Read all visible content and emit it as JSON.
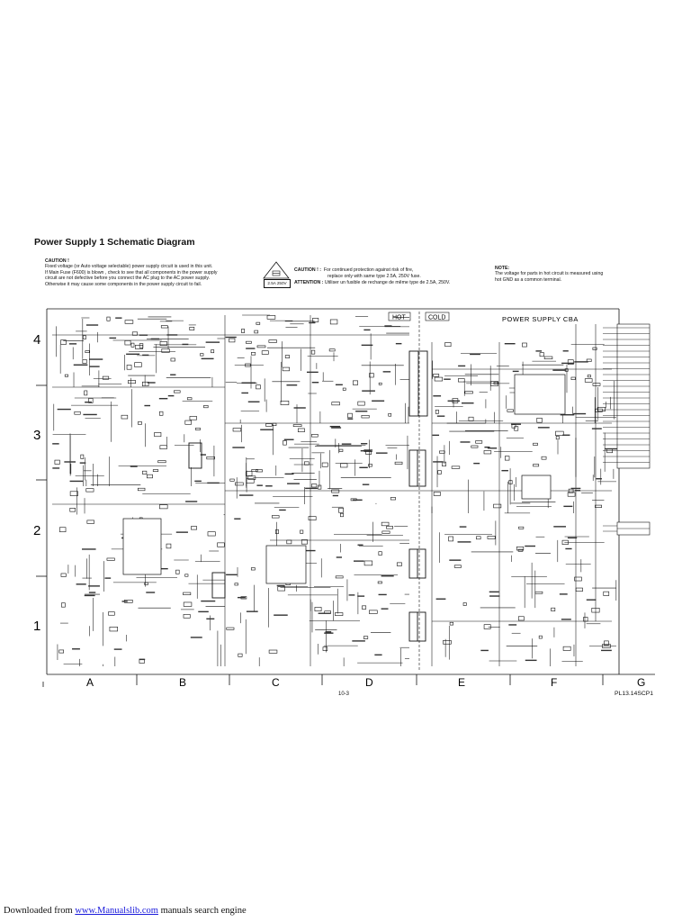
{
  "title": "Power Supply 1 Schematic Diagram",
  "caution": {
    "heading": "CAUTION !",
    "lines": [
      "Fixed voltage (or Auto voltage selectable) power supply circuit is used in this unit.",
      "If Main Fuse (F600) is blown , check to see that all components in the power supply",
      "circuit are not defective before you connect the AC plug to the AC power supply.",
      "Otherwise it may cause some components in the power supply circuit to fail."
    ]
  },
  "fuse_warning": {
    "fuse_label": "2.5A 250V",
    "caution_label": "CAUTION ! :",
    "caution_line1": "For continued protection against risk of fire,",
    "caution_line2": "replace only with same type 2.5A, 250V fuse.",
    "attention_label": "ATTENTION :",
    "attention_text": "Utiliser un fusible de rechange de même type de 2.5A, 250V."
  },
  "note": {
    "heading": "NOTE:",
    "line1": "The voltage for parts in hot circuit is measured using",
    "line2": "hot GND as a common terminal."
  },
  "schematic": {
    "hot_label": "HOT",
    "cold_label": "COLD",
    "board_label": "POWER SUPPLY CBA",
    "row_labels": [
      "4",
      "3",
      "2",
      "1"
    ],
    "column_labels": [
      "A",
      "B",
      "C",
      "D",
      "E",
      "F",
      "G"
    ]
  },
  "page_number": "10-3",
  "model_code": "PL13.14SCP1",
  "footer": {
    "prefix": "Downloaded from",
    "link": "www.Manualslib.com",
    "suffix": "manuals search engine"
  }
}
